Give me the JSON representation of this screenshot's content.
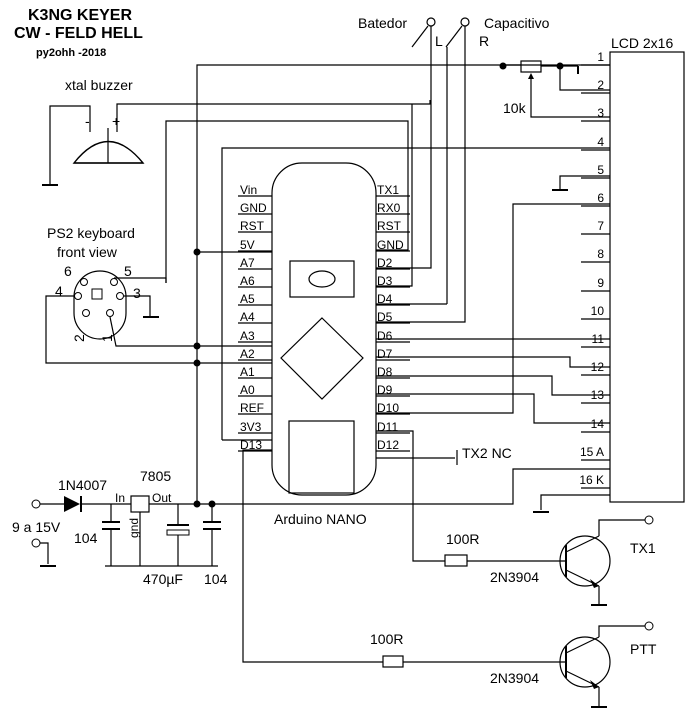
{
  "title": {
    "line1": "K3NG KEYER",
    "line2": "CW - FELD HELL",
    "line3": "py2ohh -2018"
  },
  "labels": {
    "xtal_buzzer": "xtal buzzer",
    "ps2_line1": "PS2 keyboard",
    "ps2_line2": "front view",
    "batedor": "Batedor",
    "capacitivo": "Capacitivo",
    "paddle_l": "L",
    "paddle_r": "R",
    "lcd": "LCD 2x16",
    "pot": "10k",
    "arduino": "Arduino  NANO",
    "tx2nc": "TX2 NC",
    "diode": "1N4007",
    "regulator": "7805",
    "reg_in": "In",
    "reg_out": "Out",
    "reg_gnd": "gnd",
    "supply": "9 a 15V",
    "cap1": "104",
    "cap2": "470µF",
    "cap3": "104",
    "res1": "100R",
    "res2": "100R",
    "q1": "2N3904",
    "q2": "2N3904",
    "tx1": "TX1",
    "ptt": "PTT",
    "buzzer_minus": "-",
    "buzzer_plus": "+"
  },
  "ps2_pins": [
    "6",
    "5",
    "4",
    "3",
    "2",
    "1"
  ],
  "nano_left_pins": [
    "Vin",
    "GND",
    "RST",
    "5V",
    "A7",
    "A6",
    "A5",
    "A4",
    "A3",
    "A2",
    "A1",
    "A0",
    "REF",
    "3V3",
    "D13"
  ],
  "nano_right_pins": [
    "TX1",
    "RX0",
    "RST",
    "GND",
    "D2",
    "D3",
    "D4",
    "D5",
    "D6",
    "D7",
    "D8",
    "D9",
    "D10",
    "D11",
    "D12"
  ],
  "lcd_pins": [
    "1",
    "2",
    "3",
    "4",
    "5",
    "6",
    "7",
    "8",
    "9",
    "10",
    "11",
    "12",
    "13",
    "14",
    "15 A",
    "16 K"
  ]
}
